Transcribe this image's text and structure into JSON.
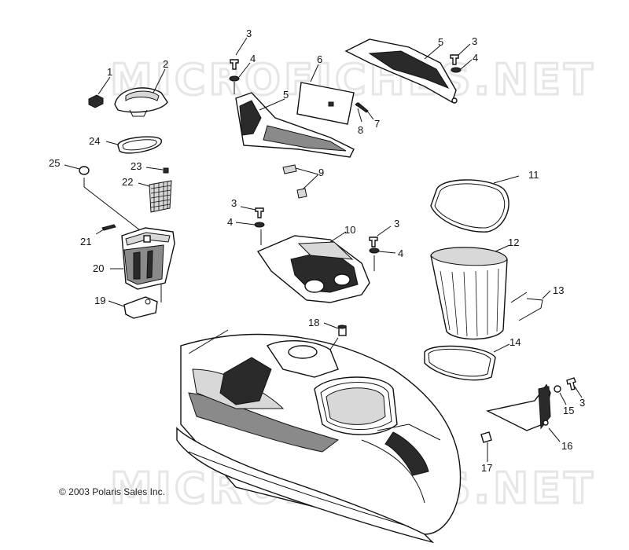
{
  "watermark": {
    "top": "MICROFICHES.NET",
    "bottom": "MICROFICHES.NET"
  },
  "copyright": "© 2003 Polaris Sales Inc.",
  "callouts": {
    "c1": "1",
    "c2": "2",
    "c3a": "3",
    "c4a": "4",
    "c5a": "5",
    "c6": "6",
    "c5b": "5",
    "c3b": "3",
    "c4b": "4",
    "c7": "7",
    "c8": "8",
    "c9": "9",
    "c24": "24",
    "c23": "23",
    "c25": "25",
    "c22": "22",
    "c3c": "3",
    "c4c": "4",
    "c10": "10",
    "c3d": "3",
    "c4d": "4",
    "c21": "21",
    "c20": "20",
    "c19": "19",
    "c11": "11",
    "c12": "12",
    "c13": "13",
    "c14": "14",
    "c18": "18",
    "c3e": "3",
    "c15": "15",
    "c16": "16",
    "c17": "17"
  }
}
